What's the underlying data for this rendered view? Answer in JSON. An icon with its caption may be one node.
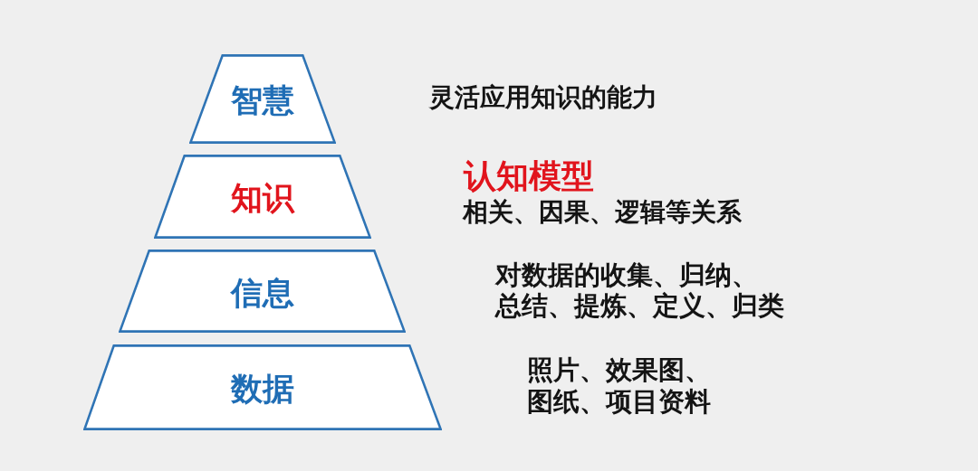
{
  "diagram": {
    "nodes": [
      {
        "text": [
          "智慧"
        ],
        "beside": [
          "灵活应用知识的能力"
        ]
      },
      {
        "text": [
          "知识"
        ],
        "beside": [
          "认知模型",
          "相关、因果、逻辑等关系"
        ]
      },
      {
        "text": [
          "信息"
        ],
        "beside": [
          "对数据的收集、归纳、总结、提炼、定义、归类"
        ]
      },
      {
        "text": [
          "数据"
        ],
        "beside": [
          "照片、效果图、图纸、项目资料"
        ]
      }
    ]
  }
}
